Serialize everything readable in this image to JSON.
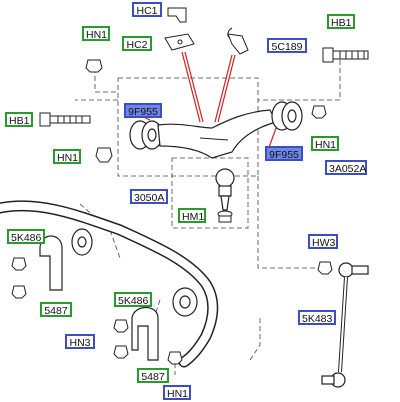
{
  "labels": {
    "hc1": "HC1",
    "hc2": "HC2",
    "c5c189": "5C189",
    "hb1_top_right": "HB1",
    "hn1_top_left": "HN1",
    "hb1_left": "HB1",
    "f9f955_left": "9F955",
    "hn1_left": "HN1",
    "hn1_right": "HN1",
    "f9f955_right": "9F955",
    "a3a052a": "3A052A",
    "b3050a": "3050A",
    "hm1": "HM1",
    "hw3": "HW3",
    "k5k486_left": "5K486",
    "p5487_left": "5487",
    "k5k486_mid": "5K486",
    "hn3": "HN3",
    "p5487_bottom": "5487",
    "hn1_bottom": "HN1",
    "k5k483": "5K483"
  },
  "colors": {
    "green_label_border": "#2a9a2a",
    "blue_label_border": "#3c4fc0",
    "highlight_fill": "#6e86ea",
    "highlight_lines": "#d42020",
    "line_art": "#222222"
  }
}
